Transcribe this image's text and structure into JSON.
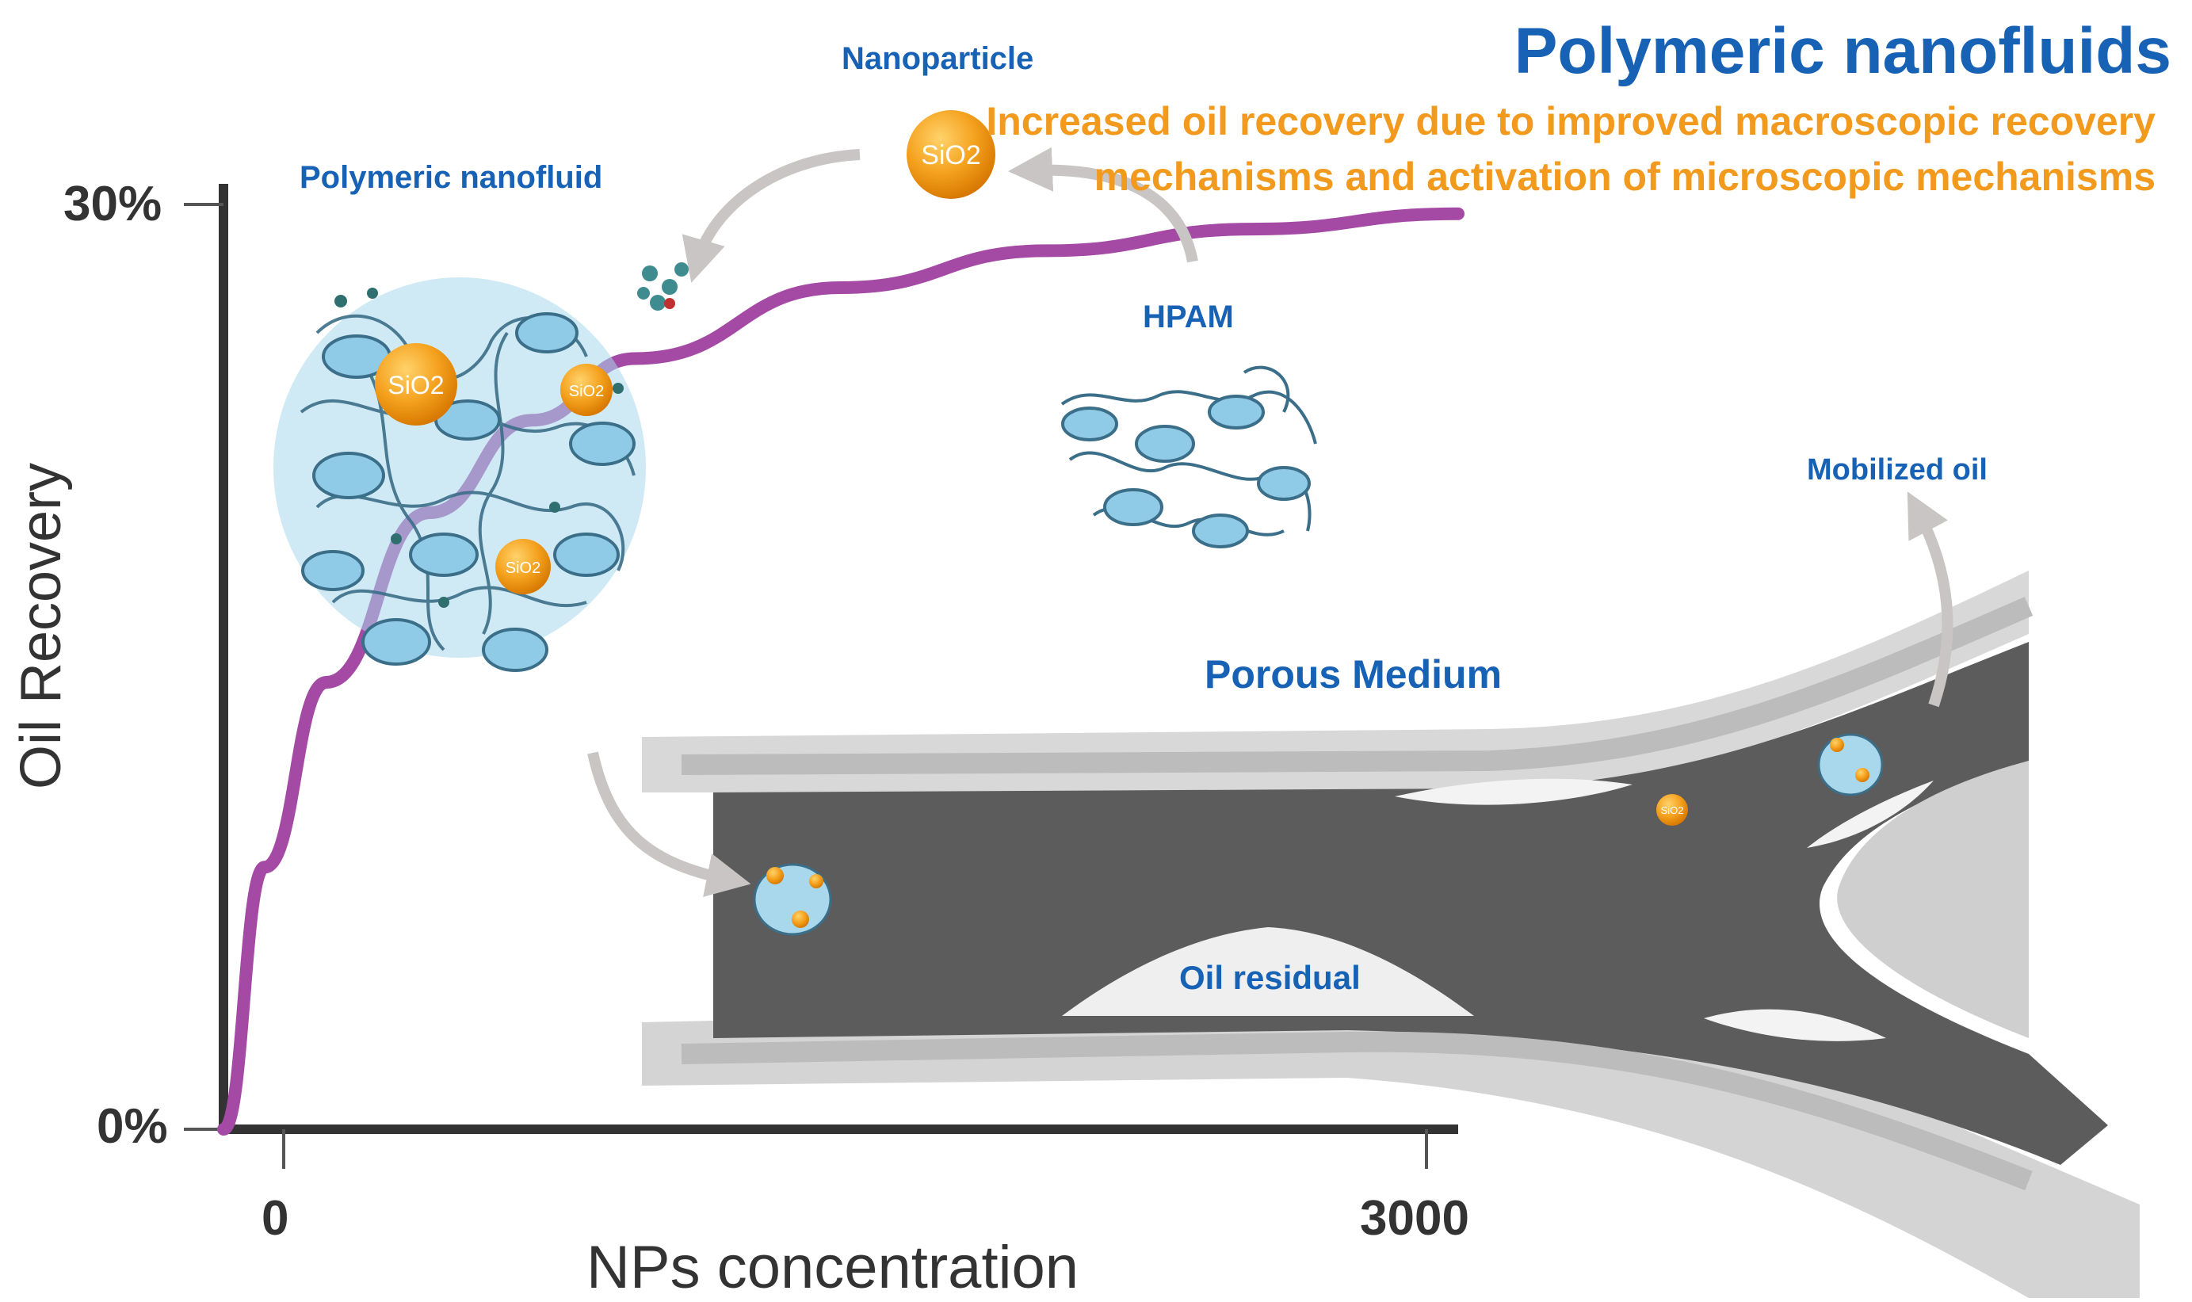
{
  "title": "Polymeric nanofluids",
  "subtitle": "Increased oil recovery due to improved macroscopic recovery mechanisms and activation of microscopic mechanisms",
  "labels": {
    "nanoparticle": "Nanoparticle",
    "polymeric_nanofluid": "Polymeric nanofluid",
    "hpam": "HPAM",
    "mobilized_oil": "Mobilized oil",
    "porous_medium": "Porous Medium",
    "oil_residual": "Oil residual",
    "sio2": "SiO2"
  },
  "chart_data": {
    "type": "line",
    "xlabel": "NPs concentration",
    "ylabel": "Oil Recovery",
    "x_ticks": [
      "0",
      "3000"
    ],
    "y_ticks": [
      "0%",
      "30%"
    ],
    "xlim": [
      0,
      3000
    ],
    "ylim": [
      0,
      30
    ],
    "series": [
      {
        "x": [
          0,
          100,
          250,
          500,
          750,
          1000,
          1500,
          2000,
          2500,
          3000
        ],
        "y": [
          0,
          8.5,
          14.5,
          20,
          23,
          25,
          27.3,
          28.5,
          29.2,
          29.7
        ]
      }
    ]
  },
  "colors": {
    "title": "#1762b4",
    "subtitle": "#f29a1d",
    "curve": "#a44aa4",
    "protein": "#8fcae6",
    "protein_stroke": "#3b6e88",
    "sio2": "#f29a1d",
    "rock": "#bdbdbd",
    "pore": "#5c5c5c"
  }
}
